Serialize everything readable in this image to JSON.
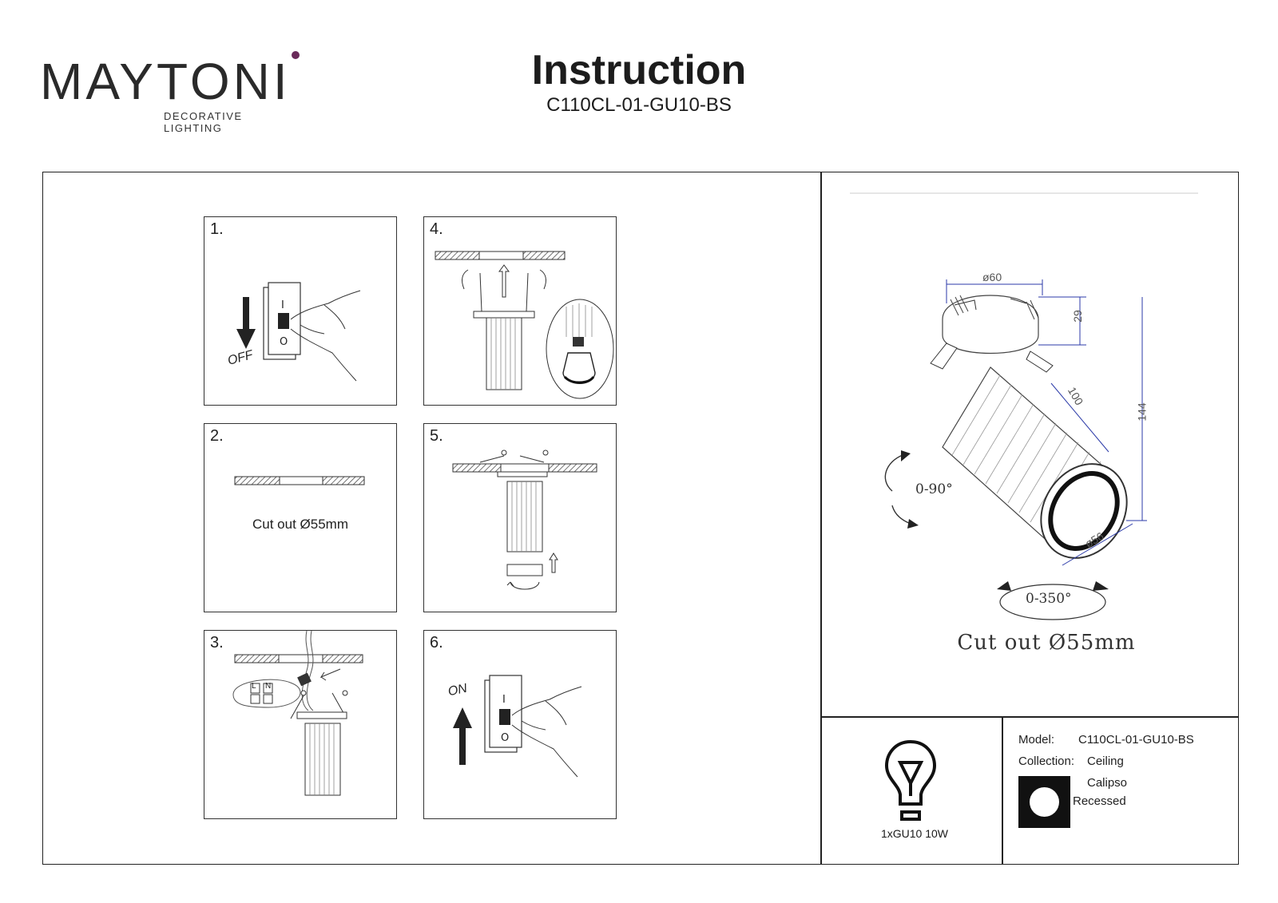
{
  "brand": {
    "name": "MAYTONI",
    "tagline": "DECORATIVE LIGHTING"
  },
  "header": {
    "title": "Instruction",
    "model_code": "C110CL-01-GU10-BS"
  },
  "steps": [
    {
      "number": "1.",
      "label": "OFF"
    },
    {
      "number": "2.",
      "text": "Cut out Ø55mm"
    },
    {
      "number": "3.",
      "terminal_l": "L",
      "terminal_n": "N"
    },
    {
      "number": "4."
    },
    {
      "number": "5."
    },
    {
      "number": "6.",
      "label": "ON"
    }
  ],
  "dimensions": {
    "diameter_top": "ø60",
    "height_mount": "29",
    "body_length": "100",
    "total_height": "144",
    "diameter_bottom": "ø56",
    "tilt": "0-90°",
    "rotation": "0-350°"
  },
  "cutout_label": "Cut out Ø55mm",
  "bulb": {
    "icon": "light-bulb-icon",
    "label": "1xGU10 10W"
  },
  "info": {
    "model_label": "Model:",
    "model_value": "C110CL-01-GU10-BS",
    "collection_label": "Collection:",
    "collection_value": "Ceiling",
    "series": "Calipso",
    "type": "Recessed"
  }
}
